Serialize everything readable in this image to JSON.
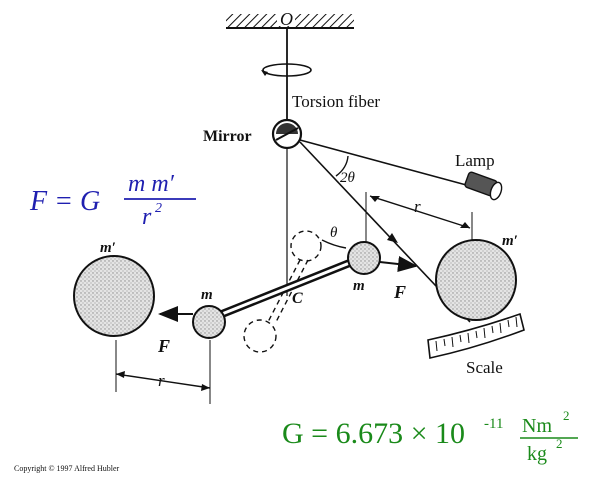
{
  "diagram": {
    "origin_label": "O",
    "fiber_label": "Torsion fiber",
    "mirror_label": "Mirror",
    "lamp_label": "Lamp",
    "scale_label": "Scale",
    "angle_two_theta": "2θ",
    "angle_theta": "θ",
    "center_label": "C",
    "r_label_right": "r",
    "r_label_bottom": "r",
    "small_mass_left": "m",
    "small_mass_right": "m",
    "large_mass_left": "m′",
    "large_mass_right": "m′",
    "force_left": "F",
    "force_right": "F"
  },
  "formula_force": {
    "lhs": "F = G",
    "numerator": "m m′",
    "denominator": "r",
    "denominator_exp": "2",
    "color": "#1f1fb0"
  },
  "formula_constant": {
    "lhs": "G = 6.673 × 10",
    "exponent": "-11",
    "numerator": "Nm",
    "numerator_exp": "2",
    "denominator": "kg",
    "denominator_exp": "2",
    "color": "#1a8a1a"
  },
  "copyright": "Copyright © 1997 Alfred Hubler"
}
